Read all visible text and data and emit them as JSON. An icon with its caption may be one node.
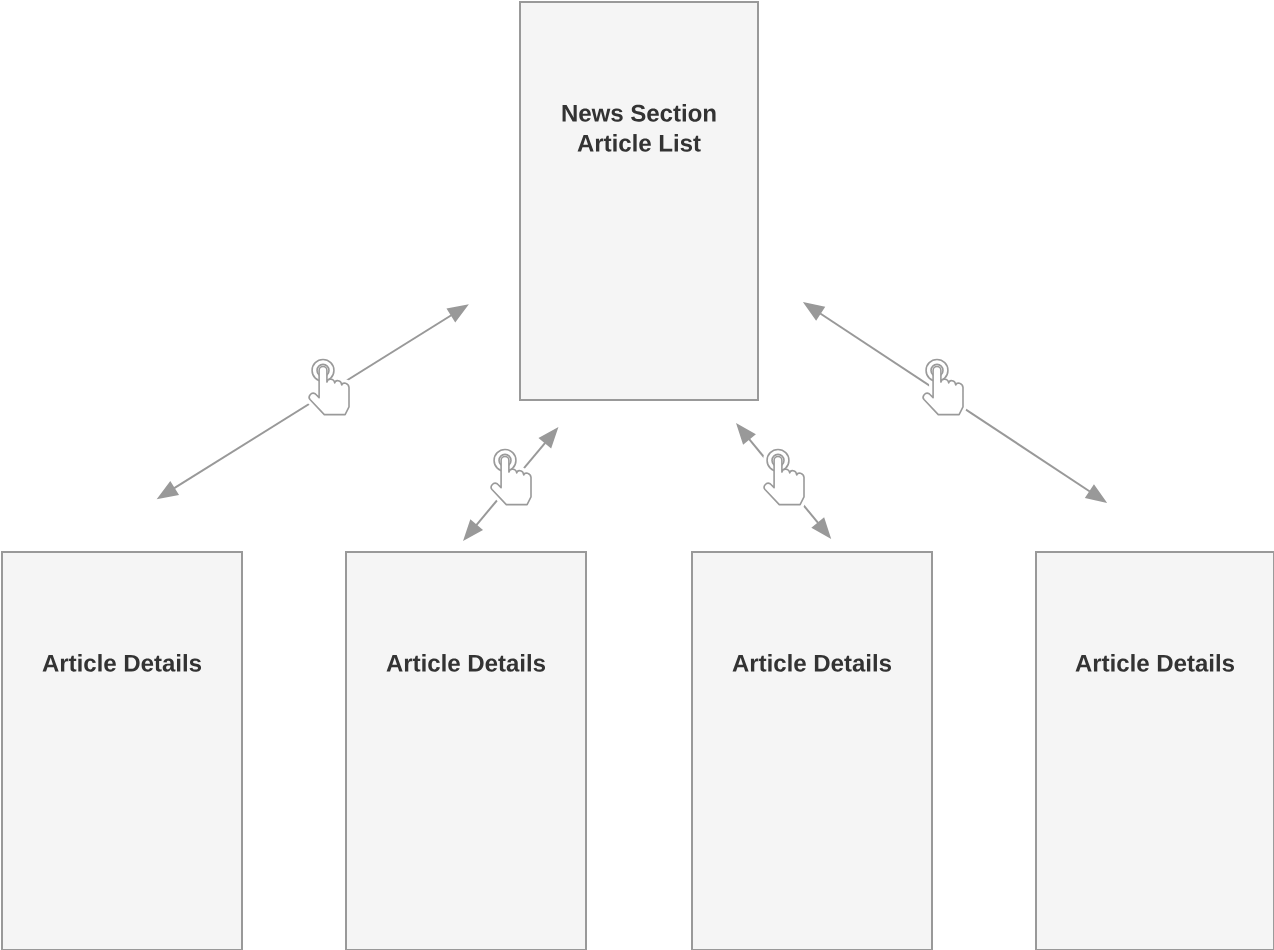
{
  "diagram": {
    "nodes": [
      {
        "text": [
          "News Section Article List"
        ]
      },
      {
        "text": [
          "Article Details"
        ]
      },
      {
        "text": [
          "Article Details"
        ]
      },
      {
        "text": [
          "Article Details"
        ]
      },
      {
        "text": [
          "Article Details"
        ]
      }
    ],
    "edges": [
      {
        "from": 0,
        "to": 1,
        "arrow": "both"
      },
      {
        "from": 0,
        "to": 2,
        "arrow": "both"
      },
      {
        "from": 0,
        "to": 3,
        "arrow": "both"
      },
      {
        "from": 0,
        "to": 4,
        "arrow": "both"
      }
    ]
  }
}
